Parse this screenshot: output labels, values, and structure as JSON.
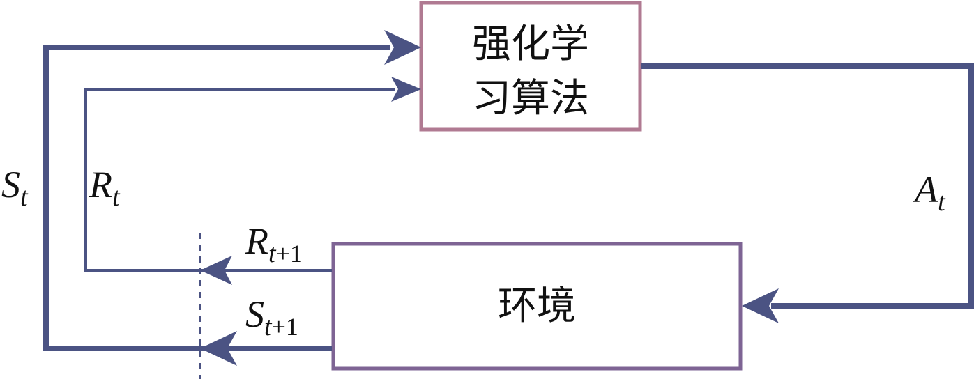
{
  "diagram": {
    "agent_box": {
      "line1": "强化学",
      "line2": "习算法"
    },
    "environment_box": {
      "label": "环境"
    },
    "signals": {
      "state": {
        "main": "S",
        "sub": "t"
      },
      "reward": {
        "main": "R",
        "sub": "t"
      },
      "action": {
        "main": "A",
        "sub": "t"
      },
      "next_reward": {
        "main": "R",
        "sub_var": "t",
        "sub_rest": "+1"
      },
      "next_state": {
        "main": "S",
        "sub_var": "t",
        "sub_rest": "+1"
      }
    },
    "colors": {
      "agent_border": "#b07a92",
      "environment_border": "#7e6494",
      "arrow": "#4b5383",
      "divider": "#4b5383"
    }
  }
}
